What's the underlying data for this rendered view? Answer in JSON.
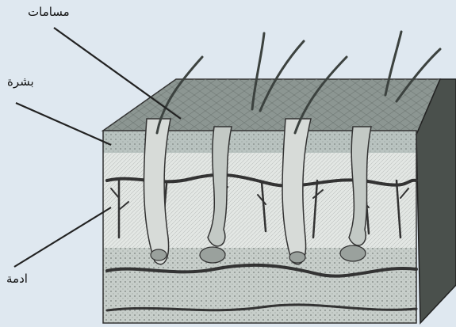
{
  "labels": {
    "pores": "مسامات",
    "epidermis": "بشرة",
    "dermis": "ادمة"
  },
  "colors": {
    "background": "#dfe8f0",
    "top_surface": "#8c9692",
    "epidermis": "#b9c3c0",
    "dermis": "#e3e7e4",
    "subcutaneous": "#c7ceca",
    "right_face": "#4a504c",
    "line": "#222222"
  }
}
